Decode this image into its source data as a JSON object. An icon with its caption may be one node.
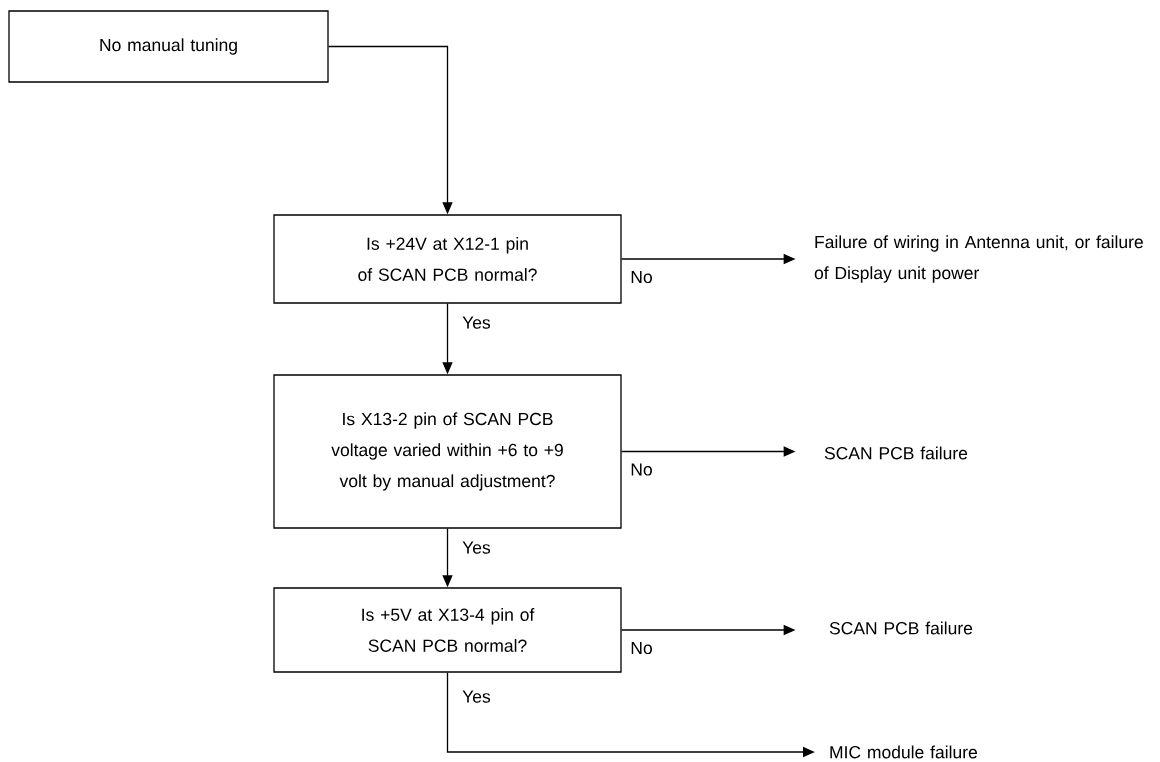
{
  "diagram": {
    "nodes": [
      {
        "text": [
          "No manual tuning"
        ]
      },
      {
        "text": [
          "Is +24V at X12-1 pin of SCAN PCB normal?"
        ]
      },
      {
        "text": [
          "Failure of wiring in Antenna unit, or failure of Display unit power"
        ]
      },
      {
        "text": [
          "Is X13-2 pin of SCAN PCB voltage varied within +6 to +9 volt by manual adjustment?"
        ]
      },
      {
        "text": [
          "SCAN PCB failure"
        ]
      },
      {
        "text": [
          "Is +5V at X13-4 pin of SCAN PCB normal?"
        ]
      },
      {
        "text": [
          "SCAN PCB failure"
        ]
      },
      {
        "text": [
          "MIC module failure"
        ]
      }
    ],
    "edges": [
      {
        "from": 0,
        "to": 1,
        "arrow": "to"
      },
      {
        "from": 1,
        "to": 2,
        "arrow": "to",
        "label": "No"
      },
      {
        "from": 1,
        "to": 3,
        "arrow": "to",
        "label": "Yes"
      },
      {
        "from": 3,
        "to": 4,
        "arrow": "to",
        "label": "No"
      },
      {
        "from": 3,
        "to": 5,
        "arrow": "to",
        "label": "Yes"
      },
      {
        "from": 5,
        "to": 6,
        "arrow": "to",
        "label": "No"
      },
      {
        "from": 5,
        "to": 7,
        "arrow": "to",
        "label": "Yes"
      }
    ]
  }
}
